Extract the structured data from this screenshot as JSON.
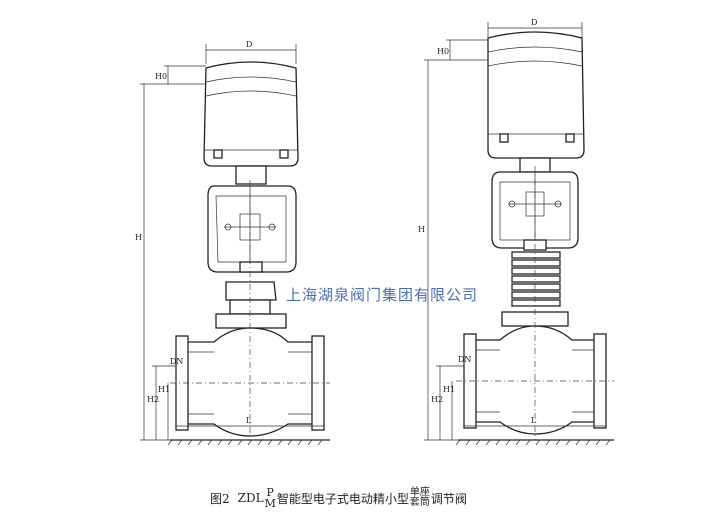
{
  "watermark": "上海湖泉阀门集团有限公司",
  "caption": {
    "figure": "图2",
    "model": "ZDL",
    "variant_top": "P",
    "variant_bottom": "M",
    "title_a": "智能型电子式电动精小型",
    "type_top": "单座",
    "type_bottom": "套筒",
    "title_b": "调节阀"
  },
  "dimensions": {
    "d": "D",
    "h": "H",
    "h1": "H1",
    "h2": "H2",
    "l": "L",
    "dn": "DN",
    "h0": "H0"
  }
}
